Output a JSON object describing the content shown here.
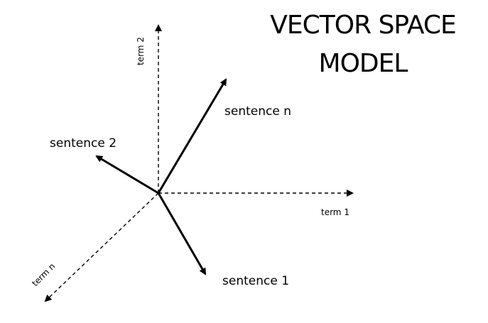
{
  "title": {
    "line1": "VECTOR SPACE",
    "line2": "MODEL"
  },
  "axes": {
    "term1": "term 1",
    "term2": "term 2",
    "termn": "term n"
  },
  "vectors": {
    "sentence_n": "sentence n",
    "sentence_2": "sentence 2",
    "sentence_1": "sentence 1"
  },
  "colors": {
    "ink": "#000000",
    "background": "#ffffff"
  }
}
